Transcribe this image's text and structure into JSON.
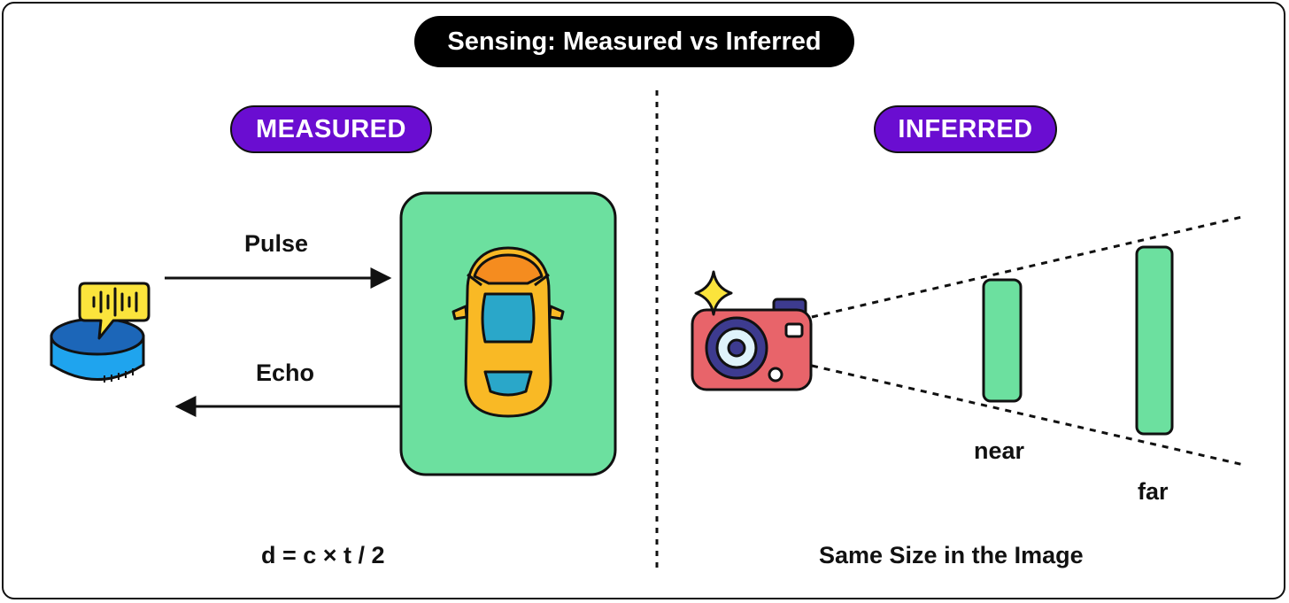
{
  "title": "Sensing: Measured vs Inferred",
  "measured": {
    "label": "MEASURED",
    "pulse_label": "Pulse",
    "echo_label": "Echo",
    "formula": "d = c × t / 2"
  },
  "inferred": {
    "label": "INFERRED",
    "near_label": "near",
    "far_label": "far",
    "caption": "Same Size in the Image"
  },
  "colors": {
    "accent_purple": "#6a0dd1",
    "object_green": "#6ce09f",
    "car_yellow": "#f9b925",
    "camera_red": "#e8646a",
    "speaker_blue": "#1fa4ee"
  },
  "icons": [
    "smart-speaker-icon",
    "car-icon",
    "camera-icon",
    "sparkle-icon"
  ]
}
